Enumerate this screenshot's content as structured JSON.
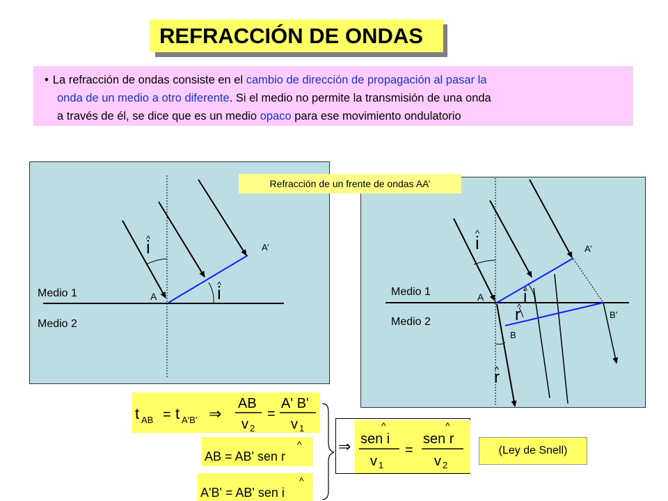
{
  "title": "REFRACCIÓN DE ONDAS",
  "intro": {
    "bullet": "•",
    "seg1": "La refracción de ondas consiste en el ",
    "seg2": "cambio de dirección de propagación al pasar la",
    "seg3": "onda de un medio a otro diferente",
    "seg4": ". Si el medio no permite la transmisión de una onda",
    "seg5": "a través de él, se dice que es un medio ",
    "seg6": "opaco",
    "seg7": " para ese movimiento ondulatorio"
  },
  "caption": "Refracción de un frente de ondas AA’",
  "left_diagram": {
    "medio1": "Medio 1",
    "medio2": "Medio 2",
    "point_a": "A",
    "point_a_prime": "A’",
    "angle_i": "i",
    "angle_i_hat": "^"
  },
  "right_diagram": {
    "medio1": "Medio 1",
    "medio2": "Medio 2",
    "point_a": "A",
    "point_a_prime": "A’",
    "point_b": "B",
    "point_b_prime": "B’",
    "angle_i": "i",
    "angle_r": "r",
    "hat": "^"
  },
  "equations": {
    "t_ab": "t",
    "sub_ab": "AB",
    "sub_apb": "A'B'",
    "eq": "=",
    "implies": "⇒",
    "frac_ab": "AB",
    "frac_apbp": "A' B'",
    "v2": "v",
    "v1": "v",
    "sub2": "2",
    "sub1": "1",
    "eq2": "AB = AB' sen r",
    "eq3": "A'B' = AB' sen i",
    "sen_i": "sen i",
    "sen_r": "sen r",
    "hat": "^"
  },
  "snell_label": "(Ley de Snell)",
  "colors": {
    "title_bg": "#ffff66",
    "intro_bg": "#ffccff",
    "highlight_text": "#1a33cc",
    "panel_bg": "#bcdde3",
    "wavefront": "#1a1aff"
  }
}
